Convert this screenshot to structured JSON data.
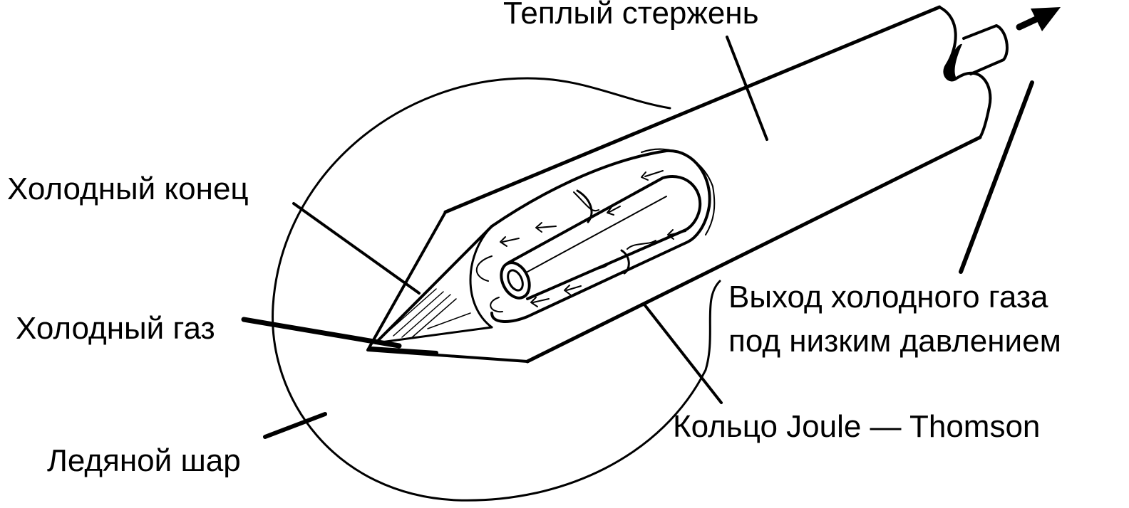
{
  "diagram": {
    "labels": {
      "warm_rod": "Теплый стержень",
      "cold_end": "Холодный конец",
      "cold_gas": "Холодный газ",
      "ice_ball": "Ледяной шар",
      "gas_outlet_line1": "Выход холодного газа",
      "gas_outlet_line2": "под низким давлением",
      "jt_ring": "Кольцо Joule — Thomson"
    },
    "colors": {
      "ink": "#000000",
      "paper": "#ffffff"
    }
  }
}
